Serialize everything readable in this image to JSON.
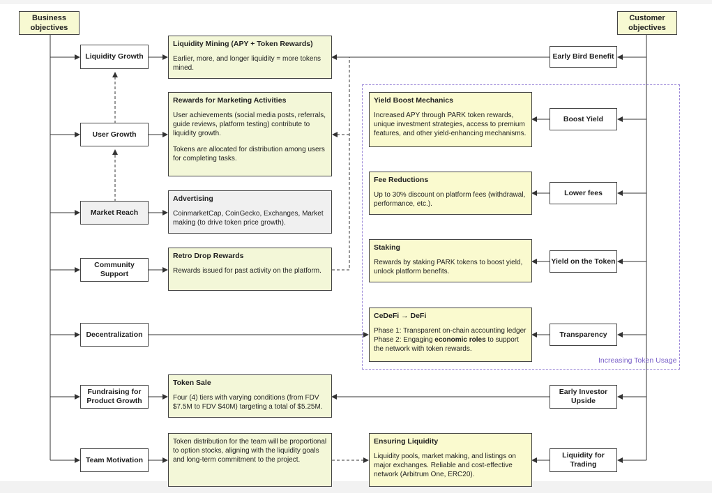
{
  "business_header": "Business\nobjectives",
  "customer_header": "Customer\nobjectives",
  "business_items": [
    "Liquidity Growth",
    "User Growth",
    "Market Reach",
    "Community\nSupport",
    "Decentralization",
    "Fundraising for\nProduct Growth",
    "Team Motivation"
  ],
  "customer_items": [
    "Early Bird Benefit",
    "Boost Yield",
    "Lower fees",
    "Yield on the Token",
    "Transparency",
    "Early Investor\nUpside",
    "Liquidity for\nTrading"
  ],
  "left_cards": [
    {
      "title": "Liquidity Mining (APY + Token Rewards)",
      "p1": "Earlier, more, and longer liquidity = more tokens mined."
    },
    {
      "title": "Rewards for Marketing Activities",
      "p1": "User achievements (social media posts, referrals, guide reviews, platform testing) contribute to liquidity growth.",
      "p2": "Tokens are allocated for distribution among users for completing tasks."
    },
    {
      "title": "Advertising",
      "p1": "CoinmarketCap, CoinGecko, Exchanges, Market making (to drive token price growth)."
    },
    {
      "title": "Retro Drop Rewards",
      "p1": "Rewards issued for past activity on the platform."
    },
    {
      "title": "Token Sale",
      "p1": "Four (4) tiers with varying conditions (from FDV $7.5M to FDV $40M) targeting a total of $5.25M."
    },
    {
      "p1": "Token distribution for the team will be proportional to option stocks, aligning with the liquidity goals and long-term commitment to the project."
    }
  ],
  "right_cards": [
    {
      "title": "Yield Boost Mechanics",
      "p1": "Increased APY through PARK token rewards, unique investment strategies, access to premium features, and other yield-enhancing mechanisms."
    },
    {
      "title": "Fee Reductions",
      "p1": "Up to 30% discount on platform fees (withdrawal, performance, etc.)."
    },
    {
      "title": "Staking",
      "p1": "Rewards by staking PARK tokens to boost yield, unlock platform benefits."
    },
    {
      "title": "CeDeFi → DeFi",
      "p1": "Phase 1: Transparent on-chain accounting ledger",
      "p2a": "Phase 2: Engaging ",
      "p2b": "economic roles",
      "p2c": " to support the network with token rewards."
    },
    {
      "title": "Ensuring Liquidity",
      "p1": "Liquidity pools, market making, and listings on major exchanges. Reliable and cost-effective network (Arbitrum One, ERC20)."
    }
  ],
  "zone_label": "Increasing Token Usage",
  "colors": {
    "card_green": "#f3f7d8",
    "card_yellow": "#fafacf",
    "card_grey": "#f0f0f0",
    "zone_border": "#9b87d8"
  }
}
